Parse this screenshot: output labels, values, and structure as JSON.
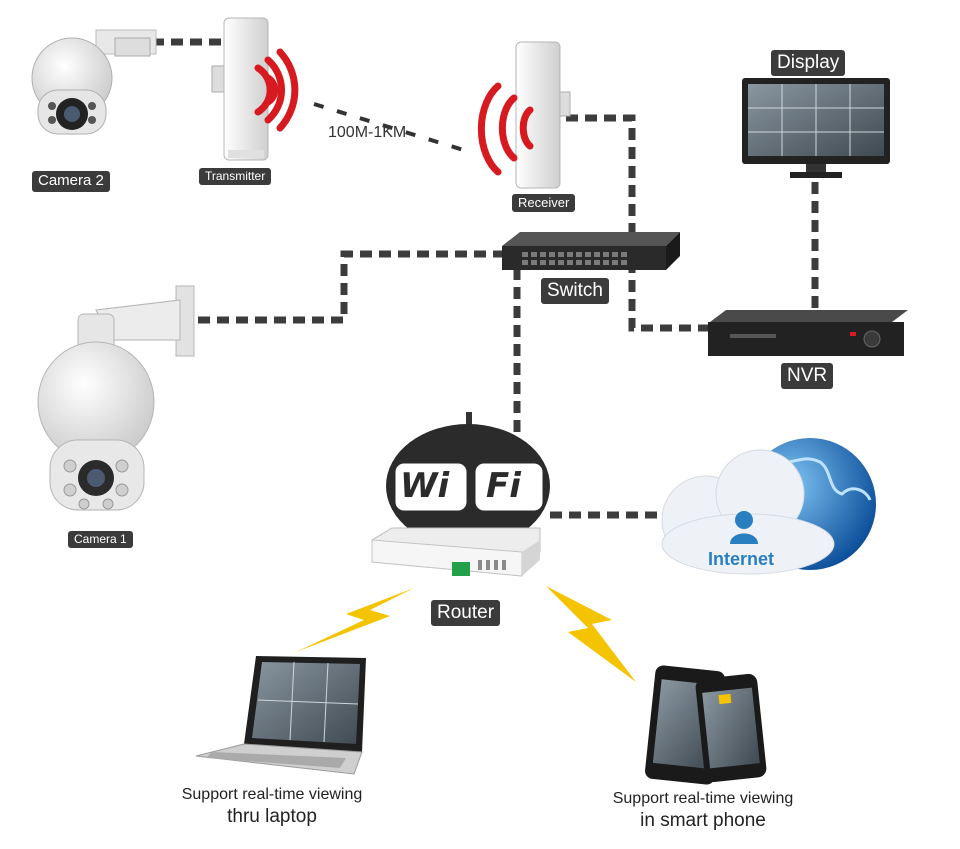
{
  "nodes": {
    "camera_2": "Camera 2",
    "transmitter": "Transmitter",
    "receiver": "Receiver",
    "display": "Display",
    "switch": "Switch",
    "nvr": "NVR",
    "camera_1": "Camera 1",
    "router": "Router",
    "internet": "Internet"
  },
  "link_distance": "100M-1KM",
  "wifi_logo": {
    "left": "Wi",
    "right": "Fi"
  },
  "captions": {
    "laptop_line1": "Support real-time viewing",
    "laptop_line2": "thru laptop",
    "phone_line1": "Support real-time viewing",
    "phone_line2": "in smart phone"
  },
  "colors": {
    "cable": "#3c3c3c",
    "signal_wave": "#d71920",
    "lightning": "#f5c400",
    "globe": "#1e6fb8",
    "cloud": "#e8eef5",
    "internet_text": "#2a7fc1",
    "label_bg": "#3b3b3b"
  }
}
